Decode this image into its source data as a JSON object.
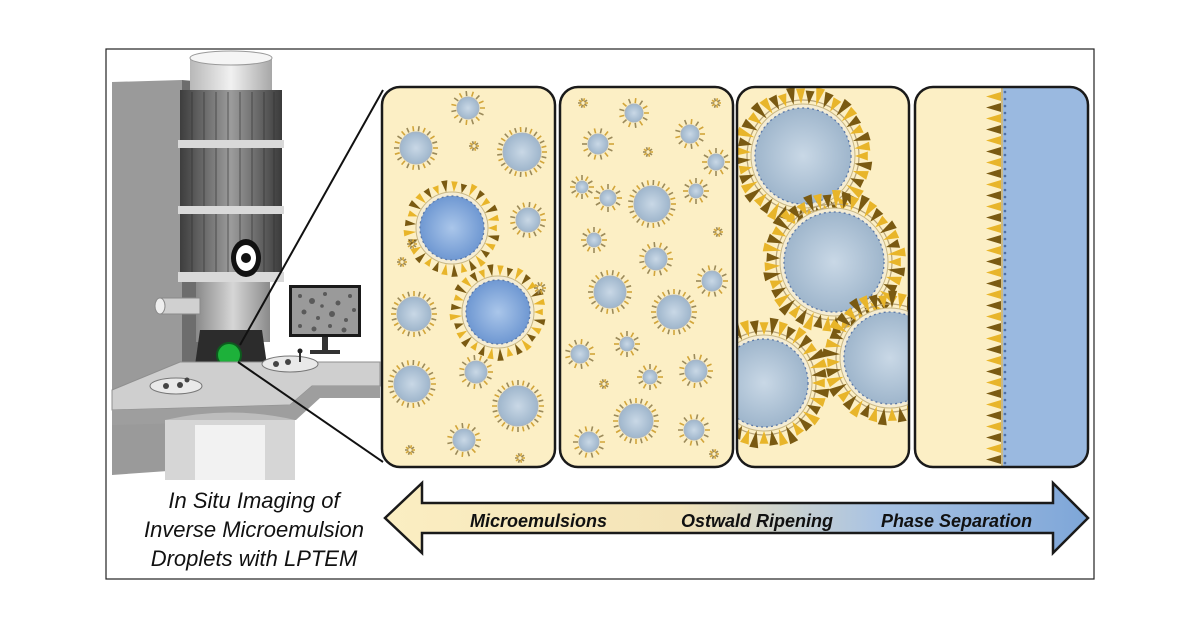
{
  "caption": {
    "line1": "In Situ Imaging of",
    "line2": "Inverse Microemulsion",
    "line3": "Droplets with LPTEM"
  },
  "arrow": {
    "labels": [
      "Microemulsions",
      "Ostwald Ripening",
      "Phase Separation"
    ]
  },
  "colors": {
    "oil": "#fcefc5",
    "water": "#9ab9e0",
    "surfactant_gold": "#e8b52a",
    "surfactant_brown": "#7a5a12",
    "frame": "#1a1a1a"
  }
}
